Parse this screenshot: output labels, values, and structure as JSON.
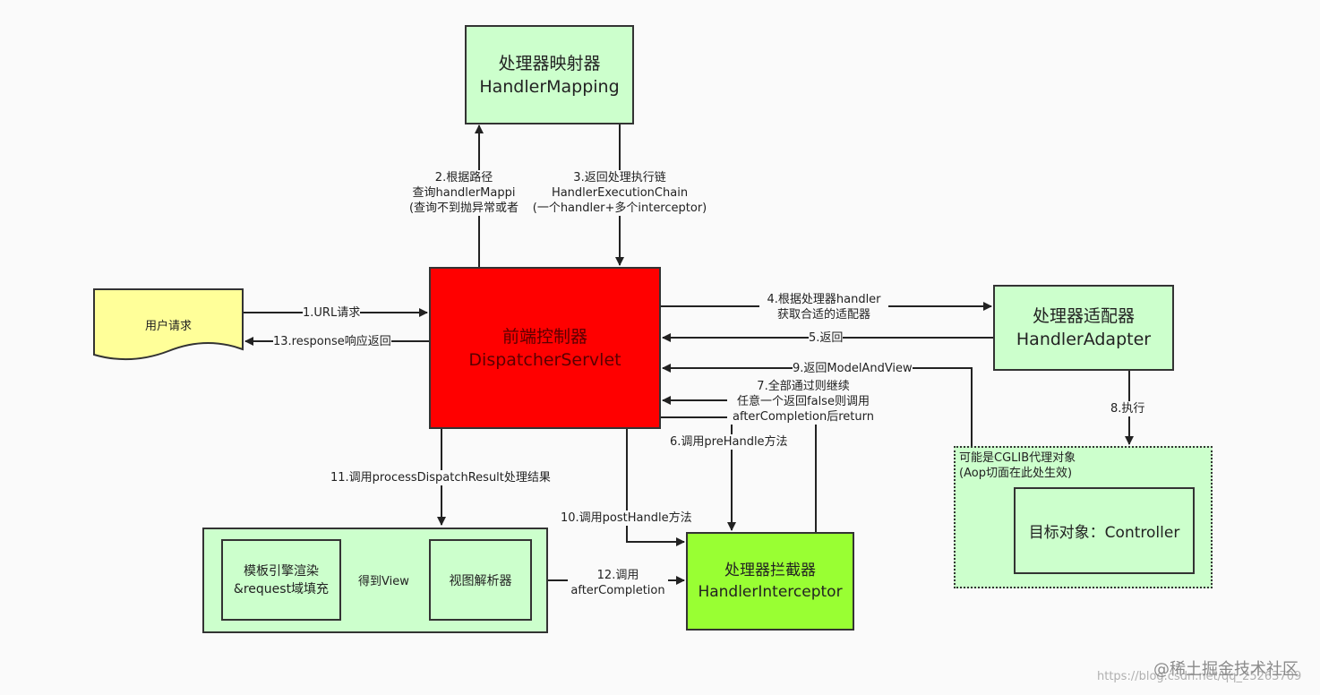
{
  "nodes": {
    "handler_mapping": {
      "line1": "处理器映射器",
      "line2": "HandlerMapping"
    },
    "dispatcher": {
      "line1": "前端控制器",
      "line2": "DispatcherServlet"
    },
    "user_request": {
      "label": "用户请求"
    },
    "handler_adapter": {
      "line1": "处理器适配器",
      "line2": "HandlerAdapter"
    },
    "cglib_group": {
      "line1": "可能是CGLIB代理对象",
      "line2": "(Aop切面在此处生效)"
    },
    "controller": {
      "label": "目标对象：Controller"
    },
    "template_engine": {
      "line1": "模板引擎渲染",
      "line2": "&request域填充"
    },
    "view_resolver": {
      "label": "视图解析器"
    },
    "interceptor": {
      "line1": "处理器拦截器",
      "line2": "HandlerInterceptor"
    }
  },
  "edges": {
    "e1": "1.URL请求",
    "e2": {
      "line1": "2.根据路径",
      "line2": "查询handlerMappi",
      "line3": "(查询不到抛异常或者"
    },
    "e3": {
      "line1": "3.返回处理执行链",
      "line2": "HandlerExecutionChain",
      "line3": "(一个handler+多个interceptor)"
    },
    "e4": {
      "line1": "4.根据处理器handler",
      "line2": "获取合适的适配器"
    },
    "e5": "5.返回",
    "e6": "6.调用preHandle方法",
    "e7": {
      "line1": "7.全部通过则继续",
      "line2": "任意一个返回false则调用",
      "line3": "afterCompletion后return"
    },
    "e8": "8.执行",
    "e9": "9.返回ModelAndView",
    "e10": "10.调用postHandle方法",
    "e11": "11.调用processDispatchResult处理结果",
    "e12": {
      "line1": "12.调用",
      "line2": "afterCompletion"
    },
    "e13": "13.response响应返回",
    "e_view": "得到View"
  },
  "watermark": {
    "main": "@稀土掘金技术社区",
    "url": "https://blog.csdn.net/qq_25263709"
  },
  "colors": {
    "dispatcher": "#ff0000",
    "interceptor": "#99ff33",
    "green": "#ccffcc",
    "user_request": "#ffff99"
  }
}
